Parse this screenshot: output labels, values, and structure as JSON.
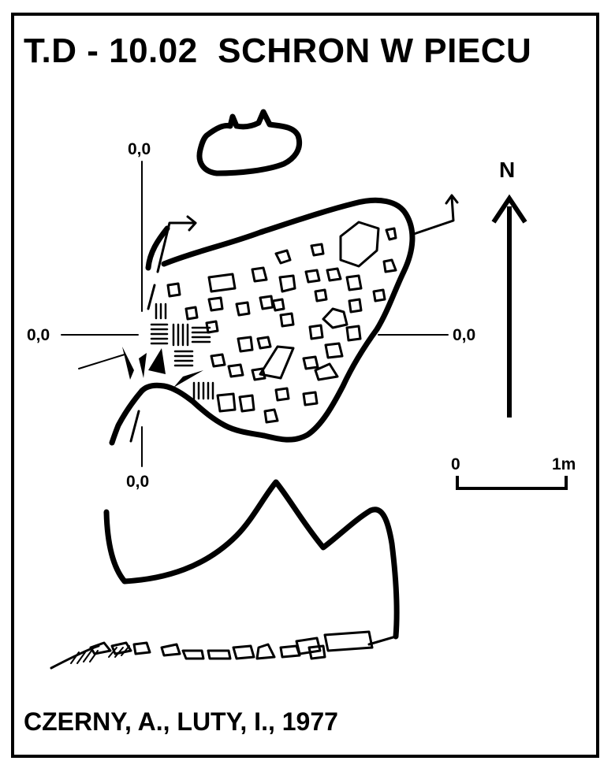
{
  "header": {
    "title": "T.D - 10.02  SCHRON W PIECU"
  },
  "footer": {
    "authors": "CZERNY, A., LUTY, I., 1977"
  },
  "plan": {
    "datum_labels": {
      "top": "0,0",
      "left": "0,0",
      "right": "0,0",
      "bottom": "0,0"
    }
  },
  "compass": {
    "label": "N"
  },
  "scale_bar": {
    "start_label": "0",
    "end_label": "1m"
  },
  "colors": {
    "ink": "#000000",
    "paper": "#ffffff"
  },
  "icons": {
    "north_arrow": "north-arrow-icon",
    "scale": "scale-bar-icon"
  }
}
